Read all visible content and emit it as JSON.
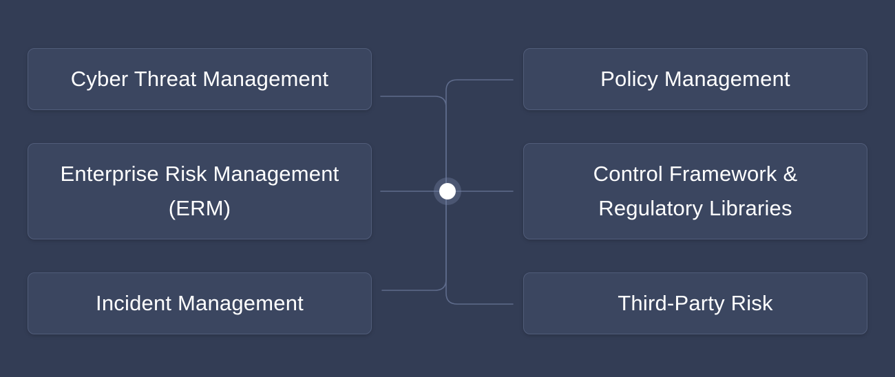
{
  "left_items": [
    {
      "label": "Cyber Threat Management"
    },
    {
      "label": "Enterprise Risk Management (ERM)"
    },
    {
      "label": "Incident Management"
    }
  ],
  "right_items": [
    {
      "label": "Policy Management"
    },
    {
      "label": "Control Framework & Regulatory Libraries"
    },
    {
      "label": "Third-Party Risk"
    }
  ],
  "colors": {
    "background": "#333d55",
    "box_fill": "#3b4660",
    "box_border": "#515d7a",
    "connector": "#5f6c8c",
    "hub": "#ffffff",
    "text": "#ffffff"
  }
}
